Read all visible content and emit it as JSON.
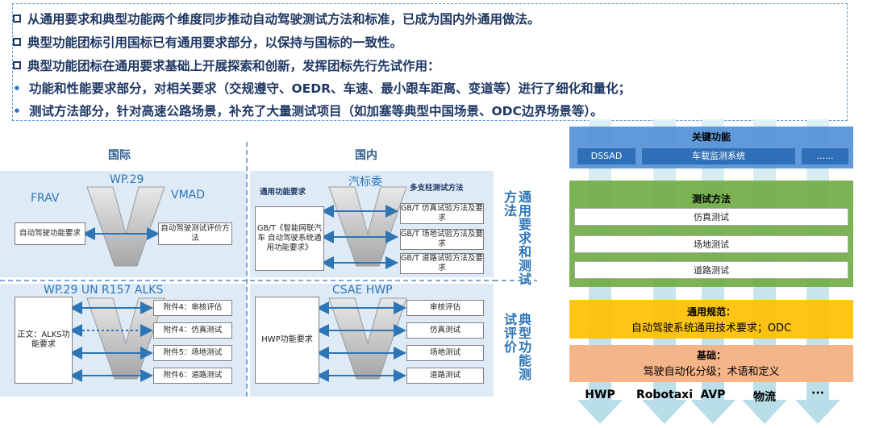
{
  "top_lines": [
    {
      "bullet": "square",
      "text": "从通用要求和典型功能两个维度同步推动自动驾驶测试方法和标准，已成为国内外通用做法。"
    },
    {
      "bullet": "square",
      "text": "典型功能团标引用国标已有通用要求部分，以保持与国标的一致性。"
    },
    {
      "bullet": "square",
      "text": "典型功能团标在通用要求基础上开展探索和创新，发挥团标先行先试作用："
    },
    {
      "bullet": "dot",
      "text": "功能和性能要求部分，对相关要求（交规遵守、OEDR、车速、最小跟车距离、变道等）进行了细化和量化；"
    },
    {
      "bullet": "dot",
      "text": "测试方法部分，针对高速公路场景，补充了大量测试项目（如加塞等典型中国场景、ODC边界场景等）。"
    }
  ],
  "diagram": {
    "intl_header": "国际",
    "domestic_header": "国内",
    "upper_left": {
      "center": "WP.29",
      "left": "FRAV",
      "right": "VMAD",
      "box_left": "自动驾驶功能要求",
      "box_right": "自动驾驶测试评价方法"
    },
    "upper_right": {
      "center": "汽标委",
      "left_title": "通用功能要求",
      "right_title": "多支柱测试方法",
      "box_left": "GB/T《智能网联汽车 自动驾驶系统通用功能要求》",
      "boxes_right": [
        "GB/T 仿真试验方法及要求",
        "GB/T 场地试验方法及要求",
        "GB/T 道路试验方法及要求"
      ]
    },
    "lower_left": {
      "title": "WP.29  UN R157  ALKS",
      "box_left": "正文：ALKS功能要求",
      "boxes_right": [
        "附件4：审核评估",
        "附件4：仿真测试",
        "附件5：场地测试",
        "附件6：道路测试"
      ]
    },
    "lower_right": {
      "title": "CSAE  HWP",
      "box_left": "HWP功能要求",
      "boxes_right": [
        "审核评估",
        "仿真测试",
        "场地测试",
        "道路测试"
      ]
    },
    "side_upper": [
      "通用",
      "要求和",
      "测试",
      "方法"
    ],
    "side_lower": [
      "典型",
      "功能",
      "测试",
      "评价"
    ]
  },
  "stack": {
    "key_title": "关键功能",
    "key_items": [
      "DSSAD",
      "车载监测系统",
      "......"
    ],
    "test_title": "测试方法",
    "test_items": [
      "仿真测试",
      "场地测试",
      "道路测试"
    ],
    "general_title": "通用规范：",
    "general_text": "自动驾驶系统通用技术要求；ODC",
    "base_title": "基础：",
    "base_text": "驾驶自动化分级；术语和定义",
    "arrows": [
      "HWP",
      "Robotaxi",
      "AVP",
      "物流",
      "···"
    ],
    "colors": {
      "blue": "#4f8fd6",
      "green": "#70ad47",
      "yellow": "#ffc000",
      "orange": "#f4b183"
    }
  }
}
